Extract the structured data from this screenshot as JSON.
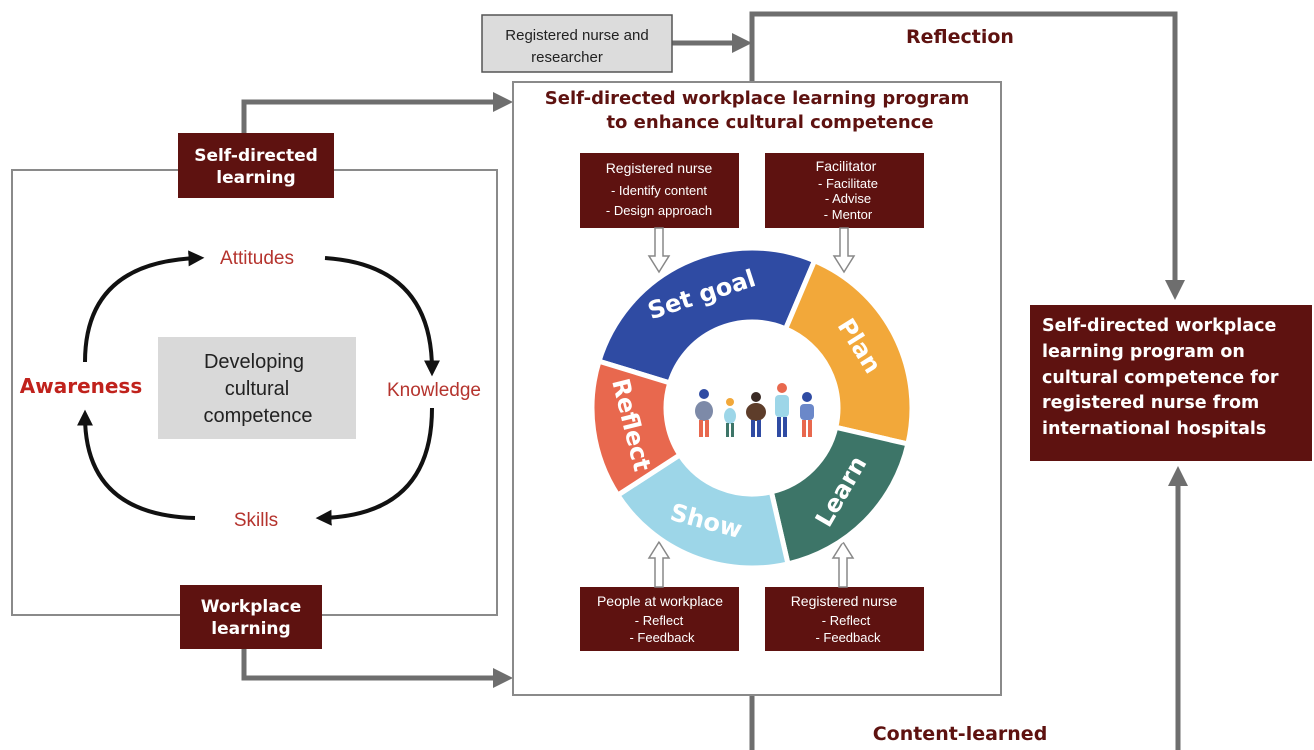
{
  "colors": {
    "dark_box": "#5e1210",
    "set_goal": "#2f4ba3",
    "plan": "#f2a83a",
    "learn": "#3d7568",
    "show": "#9dd6e8",
    "reflect": "#e8684e",
    "connector": "#6e6e6e"
  },
  "top_box": {
    "line1": "Registered nurse and",
    "line2": "researcher"
  },
  "reflection_label": "Reflection",
  "content_learned_label": "Content-learned",
  "program": {
    "title_line1": "Self-directed workplace learning program",
    "title_line2": "to enhance cultural competence"
  },
  "self_directed": {
    "line1": "Self-directed",
    "line2": "learning"
  },
  "workplace": {
    "line1": "Workplace",
    "line2": "learning"
  },
  "cycle": {
    "attitudes": "Attitudes",
    "knowledge": "Knowledge",
    "skills": "Skills",
    "awareness": "Awareness",
    "center_line1": "Developing",
    "center_line2": "cultural",
    "center_line3": "competence"
  },
  "roles": {
    "rn_top": {
      "title": "Registered nurse",
      "item1": "- Identify content",
      "item2": "- Design approach"
    },
    "facilitator": {
      "title": "Facilitator",
      "item1": "- Facilitate",
      "item2": "- Advise",
      "item3": "- Mentor"
    },
    "people": {
      "title": "People at workplace",
      "item1": "- Reflect",
      "item2": "- Feedback"
    },
    "rn_bottom": {
      "title": "Registered nurse",
      "item1": "- Reflect",
      "item2": "- Feedback"
    }
  },
  "wheel": {
    "set_goal": "Set goal",
    "plan": "Plan",
    "learn": "Learn",
    "show": "Show",
    "reflect": "Reflect"
  },
  "outcome": {
    "line1": "Self-directed workplace",
    "line2": "learning program on",
    "line3": "cultural competence for",
    "line4": "registered nurse from",
    "line5": "international hospitals"
  }
}
